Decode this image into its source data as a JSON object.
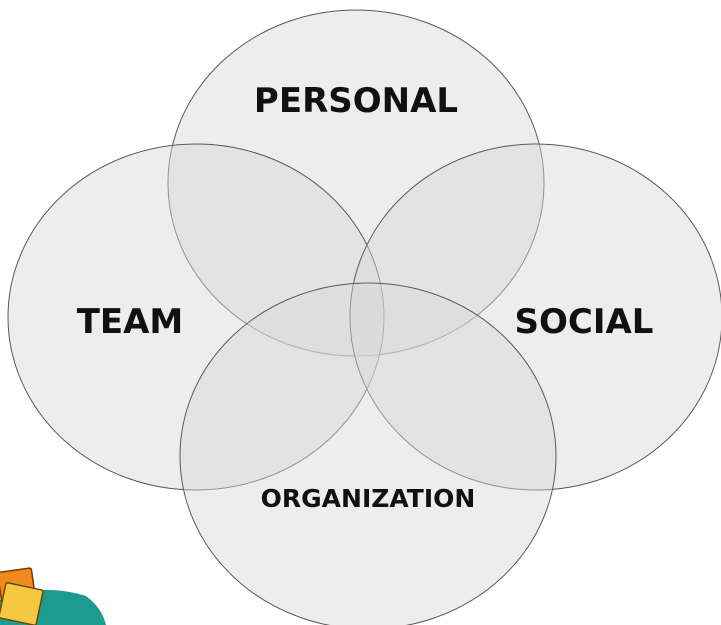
{
  "diagram": {
    "type": "venn",
    "sets": {
      "personal": "PERSONAL",
      "team": "TEAM",
      "social": "SOCIAL",
      "organization": "ORGANIZATION"
    }
  },
  "decoration": {
    "icon": "folders-icon",
    "colors": {
      "teal": "#1b9c8e",
      "orange": "#f08a1c",
      "yellow": "#f6c842",
      "circle_fill": "#d6d6d6",
      "circle_stroke": "#5a5a5a"
    }
  }
}
